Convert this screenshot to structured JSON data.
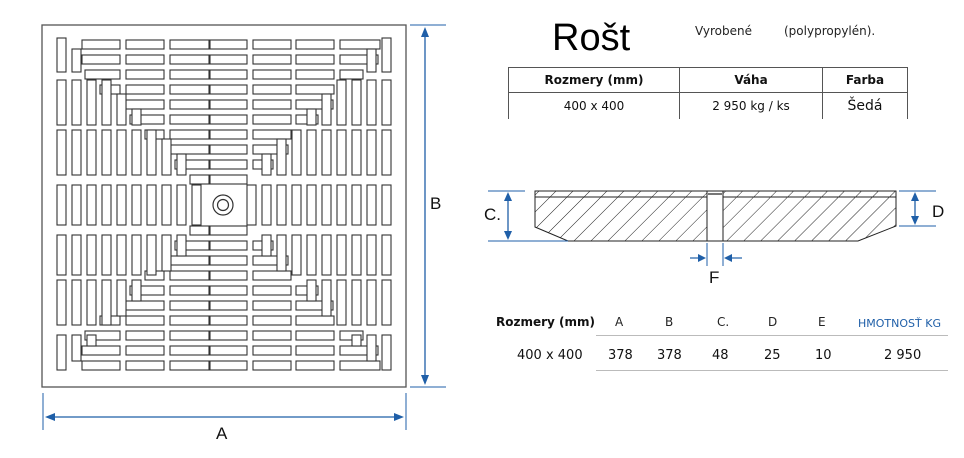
{
  "header": {
    "title": "Rošt",
    "made_of_label": "Vyrobené",
    "material": "(polypropylén)."
  },
  "spec_table": {
    "columns": [
      "Rozmery (mm)",
      "Váha",
      "Farba"
    ],
    "rows": [
      [
        "400 x 400",
        "2 950 kg / ks",
        "Šedá"
      ]
    ]
  },
  "top_view": {
    "dimension_labels": {
      "width": "A",
      "height": "B"
    },
    "center_icon": "drain-hole-icon"
  },
  "section_view": {
    "dimension_labels": {
      "total_height": "C.",
      "edge_height": "D",
      "slot_width": "F"
    }
  },
  "dimensions_table": {
    "headers": [
      "Rozmery (mm)",
      "A",
      "B",
      "C.",
      "D",
      "E",
      "HMOTNOSŤ KG"
    ],
    "rows": [
      [
        "400 x 400",
        "378",
        "378",
        "48",
        "25",
        "10",
        "2 950"
      ]
    ]
  },
  "colors": {
    "dimension_line": "#1f5fa8",
    "outline": "#333333",
    "accent_text": "#1f5fa8"
  }
}
